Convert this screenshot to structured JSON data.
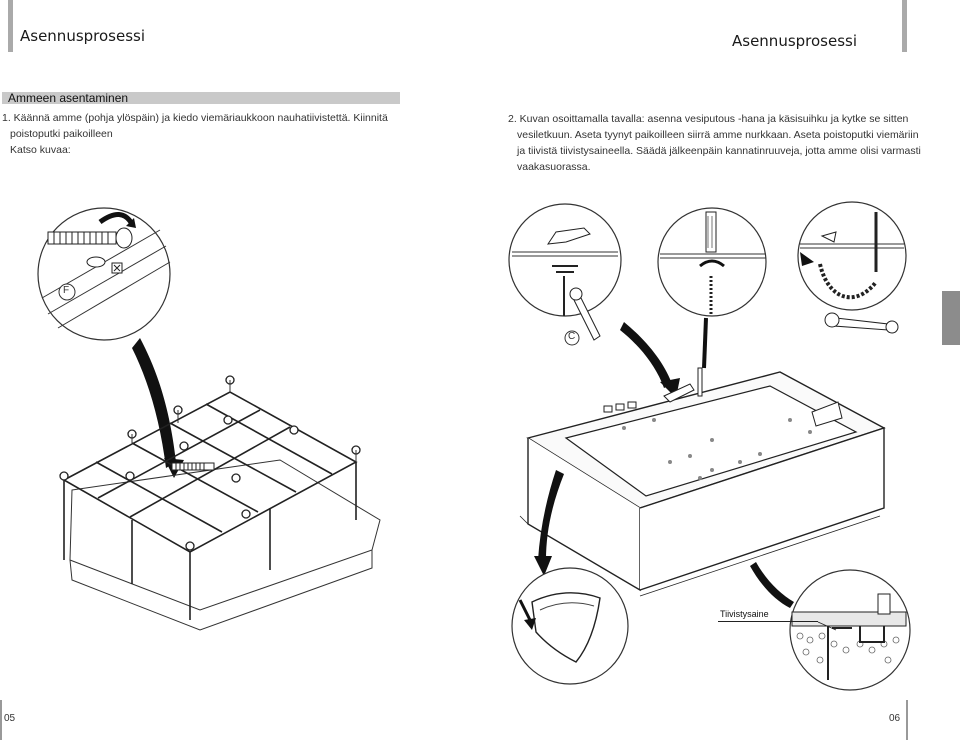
{
  "header": {
    "left_title": "Asennusprosessi",
    "right_title": "Asennusprosessi"
  },
  "left": {
    "section_label": "Ammeen asentaminen",
    "step1_line1": "1. Käännä amme (pohja ylöspäin) ja kiedo viemäriaukkoon nauhatiivistettä. Kiinnitä",
    "step1_line2": "poistoputki paikoilleen",
    "step1_line3": "Katso kuvaa:",
    "callout_letter": "F",
    "page_number": "05"
  },
  "right": {
    "step2_line1": "2. Kuvan osoittamalla tavalla: asenna vesiputous -hana ja käsisuihku ja kytke se sitten",
    "step2_line2": "vesiletkuun. Aseta tyynyt paikoilleen siirrä amme nurkkaan. Aseta poistoputki viemäriin",
    "step2_line3": "ja tiivistä tiivistysaineella. Säädä jälkeenpäin kannatinruuveja, jotta amme olisi varmasti",
    "step2_line4": "vaakasuorassa.",
    "callout_letter": "C",
    "sealant_label": "Tiivistysaine",
    "page_number": "06"
  },
  "icons": [
    "wrench-icon",
    "rotate-arrow-icon",
    "down-arrow-icon"
  ]
}
